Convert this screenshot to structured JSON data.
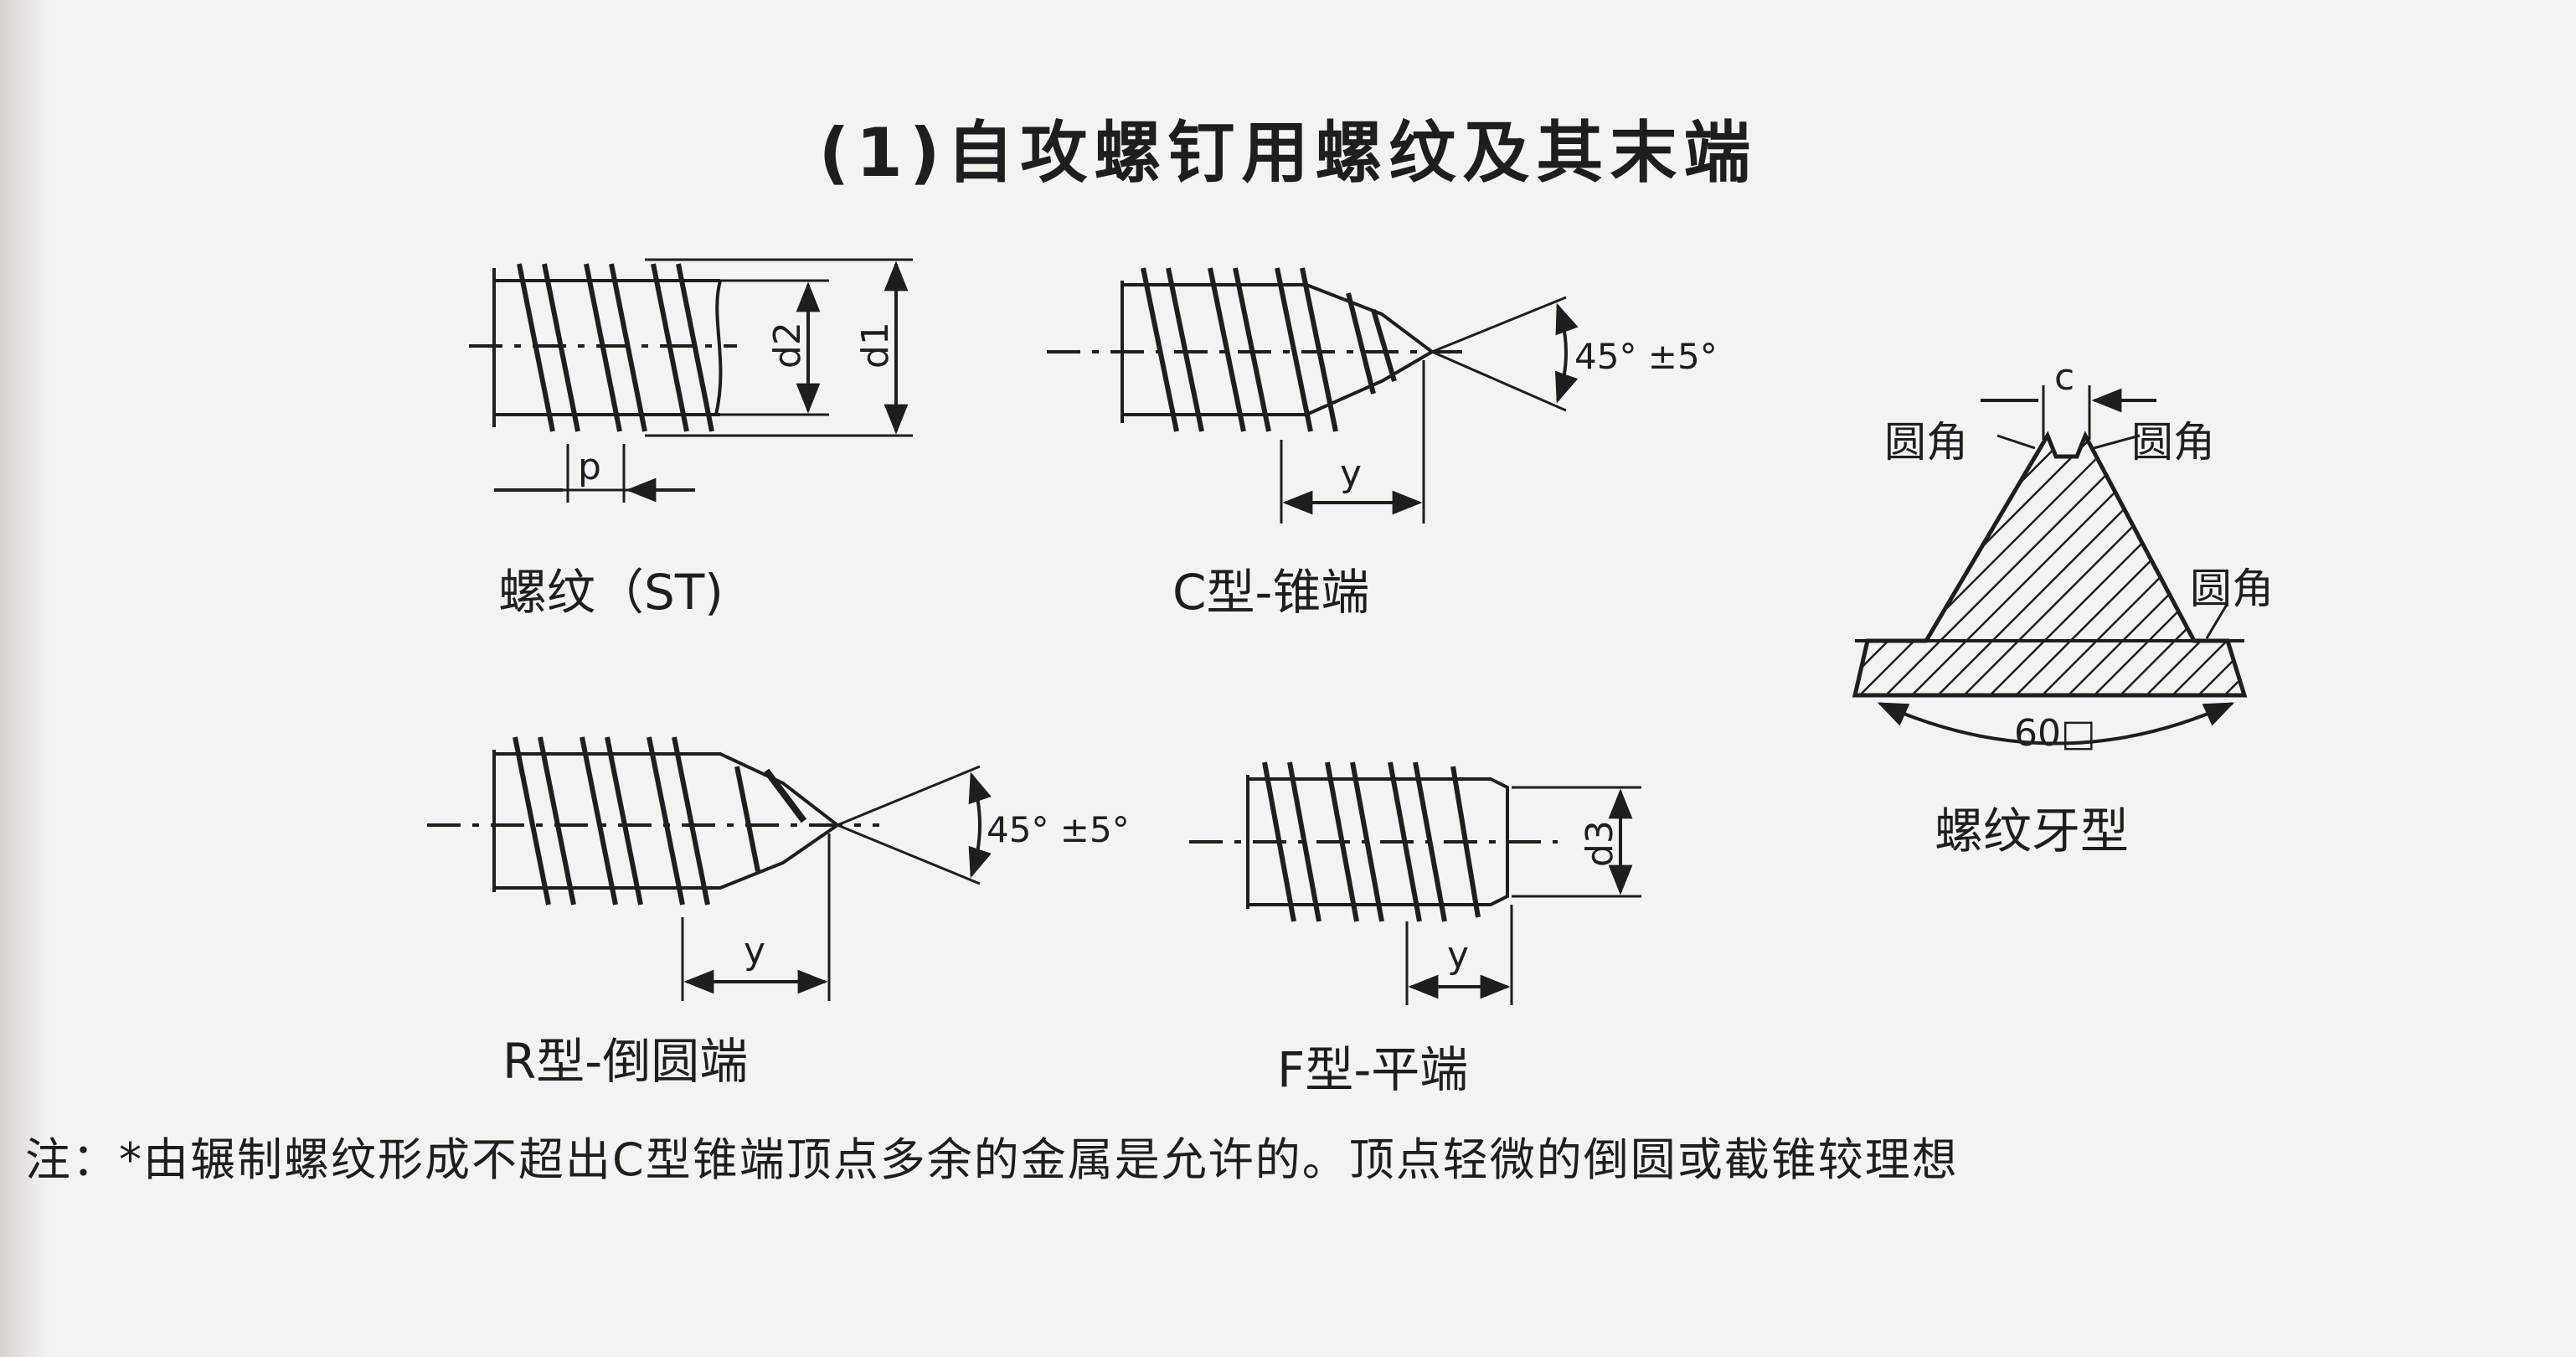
{
  "title": "(1)自攻螺钉用螺纹及其末端",
  "figures": {
    "thread_st": {
      "caption": "螺纹（ST)",
      "labels": {
        "pitch": "p",
        "minor": "d2",
        "major": "d1"
      }
    },
    "type_c": {
      "caption": "C型-锥端",
      "angle": "45° ±5°",
      "length": "y"
    },
    "type_r": {
      "caption": "R型-倒圆端",
      "angle": "45° ±5°",
      "length": "y"
    },
    "type_f": {
      "caption": "F型-平端",
      "diameter": "d3",
      "length": "y"
    },
    "profile": {
      "caption": "螺纹牙型",
      "crest": "c",
      "round_left": "圆角",
      "round_right": "圆角",
      "round_root": "圆角",
      "angle": "60□"
    }
  },
  "note": "注：*由辗制螺纹形成不超出C型锥端顶点多余的金属是允许的。顶点轻微的倒圆或截锥较理想"
}
